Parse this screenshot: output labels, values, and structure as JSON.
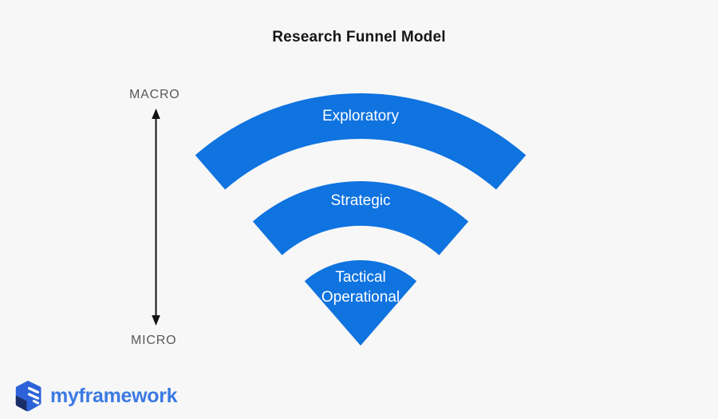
{
  "title": "Research Funnel Model",
  "axis": {
    "top_label": "MACRO",
    "bottom_label": "MICRO"
  },
  "funnel": {
    "levels": [
      {
        "label": "Exploratory"
      },
      {
        "label": "Strategic"
      },
      {
        "label": "Tactical Operational",
        "line1": "Tactical",
        "line2": "Operational"
      }
    ]
  },
  "logo": {
    "text": "myframework"
  },
  "colors": {
    "background": "#f7f7f7",
    "funnel_blue": "#0f73e0",
    "axis_gray": "#59595c",
    "title_black": "#161616",
    "arrow_black": "#121212",
    "logo_blue": "#3b7ae3",
    "logo_dark_blue": "#1b2d66",
    "label_white": "#ffffff"
  }
}
